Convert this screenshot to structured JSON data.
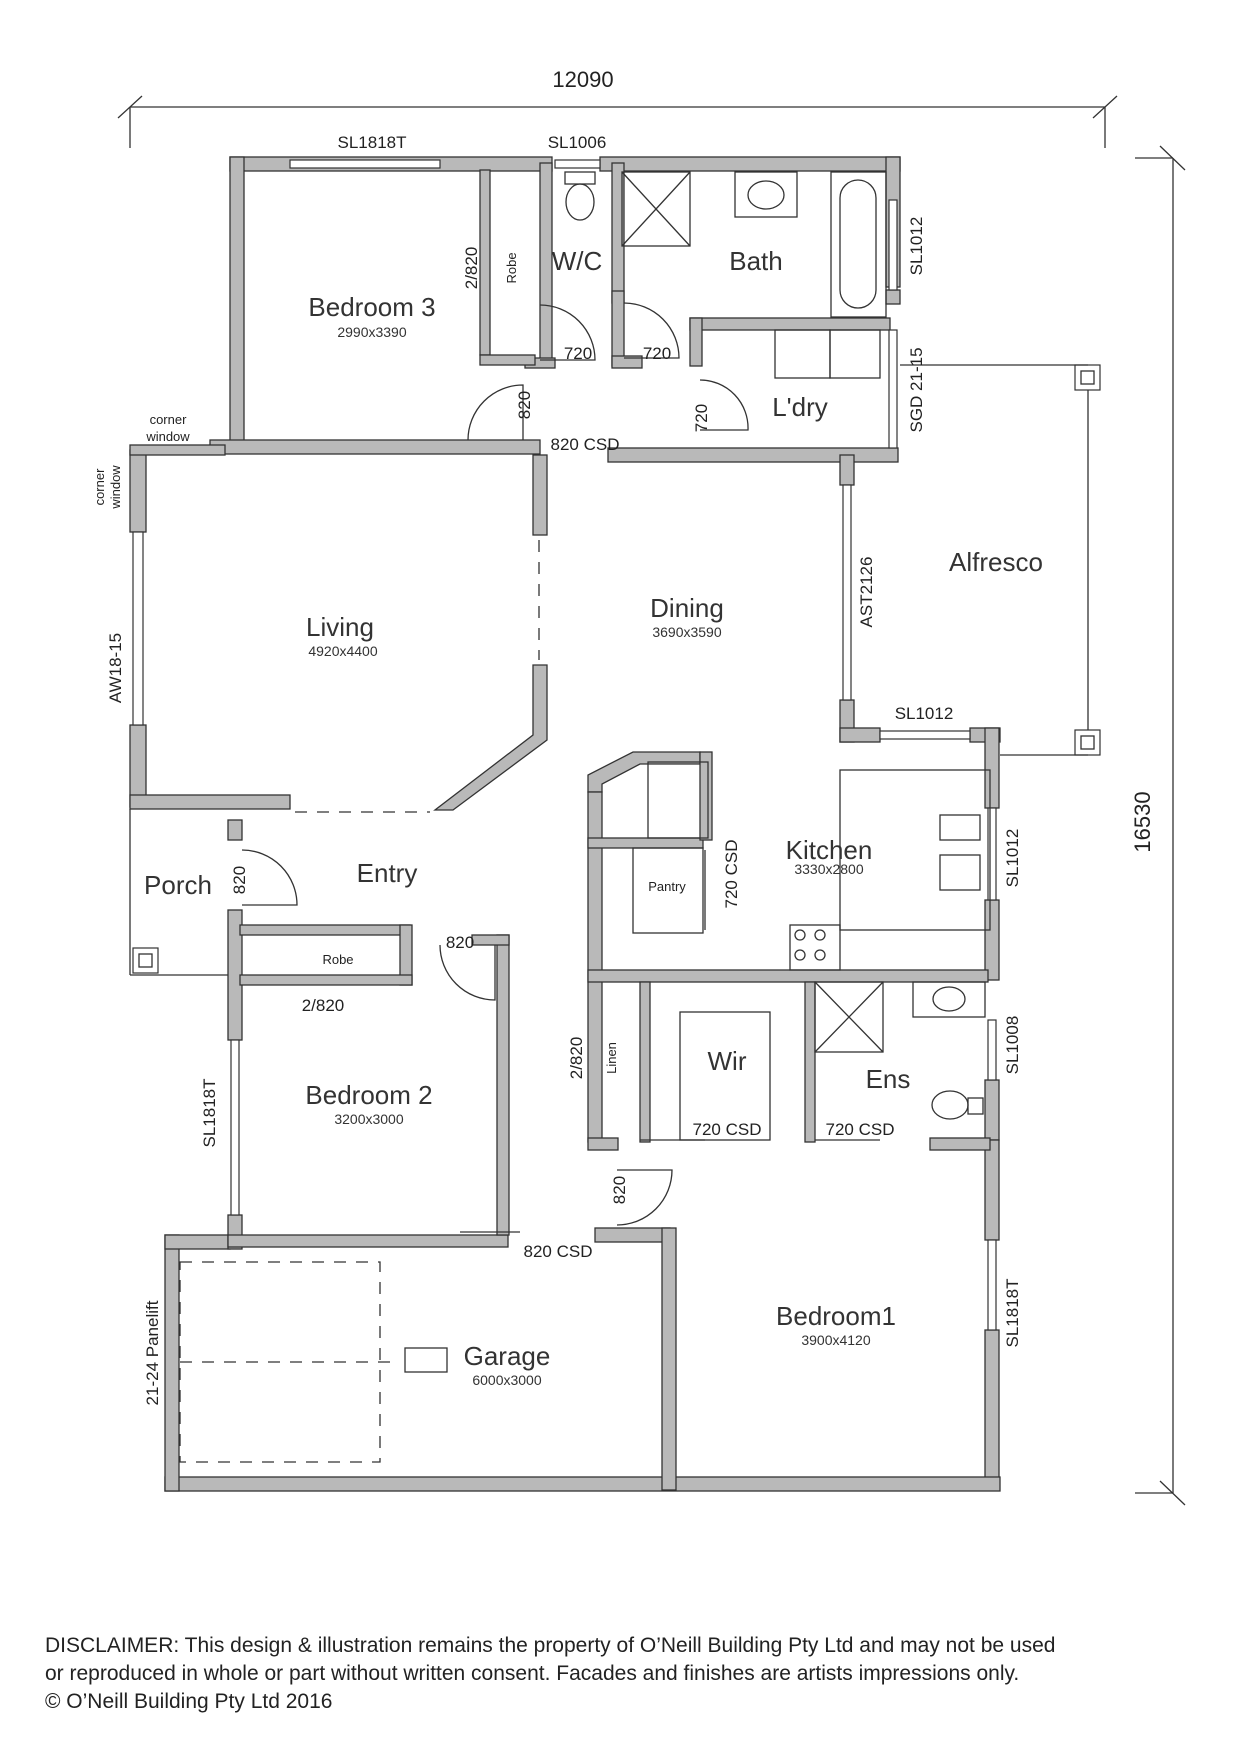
{
  "dimensions": {
    "width": "12090",
    "depth": "16530"
  },
  "rooms": {
    "bedroom3": {
      "name": "Bedroom 3",
      "size": "2990x3390"
    },
    "wc": {
      "name": "W/C"
    },
    "bath": {
      "name": "Bath"
    },
    "laundry": {
      "name": "L'dry"
    },
    "living": {
      "name": "Living",
      "size": "4920x4400"
    },
    "dining": {
      "name": "Dining",
      "size": "3690x3590"
    },
    "alfresco": {
      "name": "Alfresco"
    },
    "kitchen": {
      "name": "Kitchen",
      "size": "3330x2800"
    },
    "porch": {
      "name": "Porch"
    },
    "entry": {
      "name": "Entry"
    },
    "bedroom2": {
      "name": "Bedroom 2",
      "size": "3200x3000"
    },
    "wir": {
      "name": "Wir"
    },
    "ens": {
      "name": "Ens"
    },
    "bedroom1": {
      "name": "Bedroom1",
      "size": "3900x4120"
    },
    "garage": {
      "name": "Garage",
      "size": "6000x3000"
    }
  },
  "labels": {
    "robe": "Robe",
    "pantry": "Pantry",
    "linen": "Linen",
    "corner_window": [
      "corner",
      "window"
    ]
  },
  "windows": {
    "bed3_top": "SL1818T",
    "wc_top": "SL1006",
    "bath_right": "SL1012",
    "laundry_sgd": "SGD 21-15",
    "living_left": "AW18-15",
    "dining_ast": "AST2126",
    "kitchen_top": "SL1012",
    "kitchen_right": "SL1012",
    "ens_right": "SL1008",
    "bed1_right": "SL1818T",
    "bed2_left": "SL1818T",
    "garage_door": "21-24 Panelift"
  },
  "doors": {
    "robe3": "2/820",
    "wc_door": "720",
    "bath_door": "720",
    "bed3_door": "820",
    "laundry_door": "720",
    "laundry_csd": "820 CSD",
    "porch_door": "820",
    "robe2": "2/820",
    "bed2_door": "820",
    "pantry_csd": "720 CSD",
    "linen": "2/820",
    "wir_csd": "720 CSD",
    "ens_csd": "720 CSD",
    "bed1_door": "820",
    "garage_csd": "820 CSD"
  },
  "disclaimer": [
    "DISCLAIMER: This design & illustration remains the property of O’Neill Building Pty Ltd and may not be used",
    "or reproduced in whole or part without written consent. Facades and finishes are artists impressions only.",
    "© O’Neill Building Pty Ltd 2016"
  ]
}
